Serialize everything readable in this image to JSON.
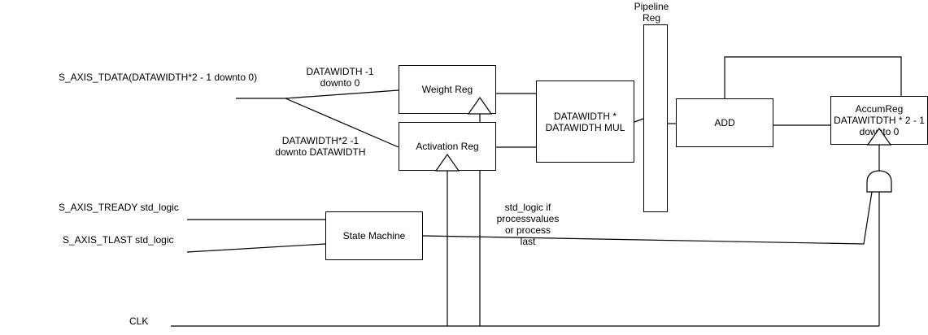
{
  "signals": {
    "tdata": "S_AXIS_TDATA(DATAWIDTH*2 - 1 downto 0)",
    "tready": "S_AXIS_TREADY std_logic",
    "tlast": "S_AXIS_TLAST std_logic",
    "clk": "CLK"
  },
  "labels": {
    "weight_range": "DATAWIDTH -1\ndownto 0",
    "activation_range": "DATAWIDTH*2 -1\ndownto DATAWIDTH",
    "state_signal": "std_logic if\nprocessvalues\nor process\nlast"
  },
  "blocks": {
    "weight_reg": "Weight Reg",
    "activation_reg": "Activation Reg",
    "multiplier": "DATAWIDTH *\nDATAWIDTH MUL",
    "pipeline_reg": "Pipeline\nReg",
    "add": "ADD",
    "accum_reg": "AccumReg\nDATAWITDTH * 2 - 1\ndownto 0",
    "state_machine": "State Machine"
  },
  "colors": {
    "line": "#000000",
    "fill": "#ffffff"
  }
}
